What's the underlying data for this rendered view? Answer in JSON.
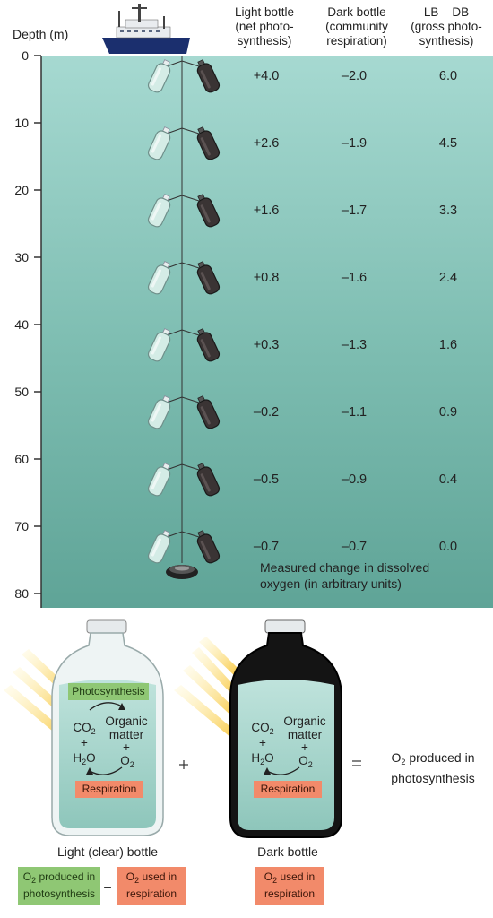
{
  "axis": {
    "label": "Depth (m)",
    "ticks": [
      "0",
      "10",
      "20",
      "30",
      "40",
      "50",
      "60",
      "70",
      "80"
    ]
  },
  "headers": {
    "light": [
      "Light bottle",
      "(net photo-",
      "synthesis)"
    ],
    "dark": [
      "Dark bottle",
      "(community",
      "respiration)"
    ],
    "diff": [
      "LB – DB",
      "(gross photo-",
      "synthesis)"
    ]
  },
  "chart_data": {
    "type": "table",
    "columns": [
      "Light bottle (net photosynthesis)",
      "Dark bottle (community respiration)",
      "LB – DB (gross photosynthesis)"
    ],
    "depth": [
      0,
      10,
      20,
      30,
      40,
      50,
      60,
      70
    ],
    "light_display": [
      "+4.0",
      "+2.6",
      "+1.6",
      "+0.8",
      "+0.3",
      "–0.2",
      "–0.5",
      "–0.7"
    ],
    "dark_display": [
      "–2.0",
      "–1.9",
      "–1.7",
      "–1.6",
      "–1.3",
      "–1.1",
      "–0.9",
      "–0.7"
    ],
    "diff_display": [
      "6.0",
      "4.5",
      "3.3",
      "2.4",
      "1.6",
      "0.9",
      "0.4",
      "0.0"
    ],
    "light": [
      4.0,
      2.6,
      1.6,
      0.8,
      0.3,
      -0.2,
      -0.5,
      -0.7
    ],
    "dark": [
      -2.0,
      -1.9,
      -1.7,
      -1.6,
      -1.3,
      -1.1,
      -0.9,
      -0.7
    ],
    "diff": [
      6.0,
      4.5,
      3.3,
      2.4,
      1.6,
      0.9,
      0.4,
      0.0
    ],
    "ylim": [
      0,
      80
    ]
  },
  "note": [
    "Measured change in dissolved",
    "oxygen (in arbitrary units)"
  ],
  "bottles": {
    "light_caption": "Light (clear) bottle",
    "dark_caption": "Dark bottle",
    "photosynthesis": "Photosynthesis",
    "respiration": "Respiration",
    "organic": [
      "Organic",
      "matter"
    ],
    "plus": "+",
    "minus": "–",
    "equals": "="
  },
  "equation": {
    "result": [
      "produced in",
      "photosynthesis"
    ],
    "o2_produced": [
      "produced in",
      "photosynthesis"
    ],
    "o2_used": [
      "used in",
      "respiration"
    ]
  },
  "colors": {
    "water_top": "#a6d9d1",
    "water_bottom": "#5fa497",
    "light_rays": "#f7c232",
    "green_tag": "#8fc774",
    "salmon_tag": "#f28a6a"
  }
}
